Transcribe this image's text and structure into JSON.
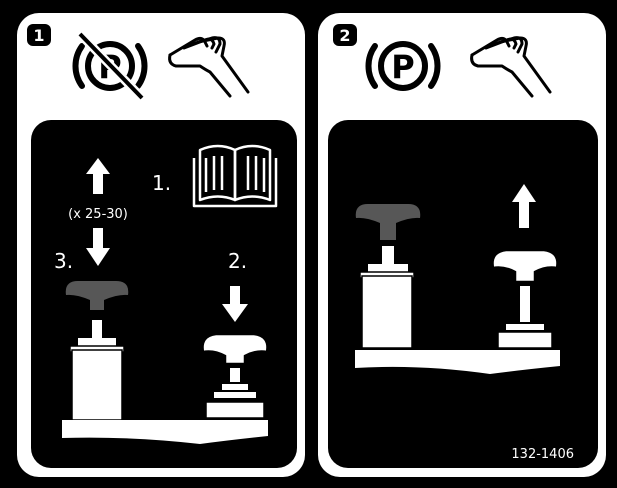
{
  "panels": [
    {
      "step_number": "1",
      "header_icons": [
        "parking-brake-off-icon",
        "hand-icon"
      ],
      "instructions": {
        "step1": "1.",
        "step2": "2.",
        "step3": "3.",
        "repeat": "(x 25-30)"
      },
      "pictograms": [
        "manual-book-icon",
        "up-arrow-icon",
        "down-arrow-icon",
        "pump-knob-dark",
        "pull-knob-light"
      ]
    },
    {
      "step_number": "2",
      "header_icons": [
        "parking-brake-on-icon",
        "hand-icon"
      ],
      "pictograms": [
        "pump-knob-dark",
        "up-arrow-icon",
        "pull-knob-light"
      ],
      "part_number": "132-1406"
    }
  ],
  "colors": {
    "frame": "#000000",
    "panel_header": "#ffffff",
    "panel_body": "#000000",
    "knob_dark": "#575757",
    "outline": "#000000"
  }
}
